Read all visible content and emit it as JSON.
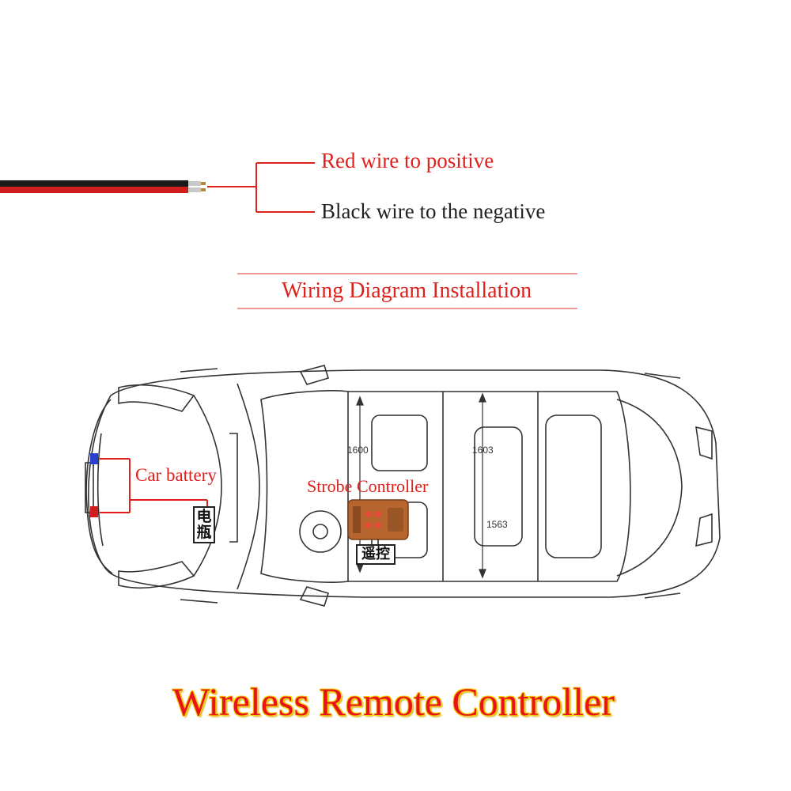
{
  "wire_labels": {
    "red": "Red wire to positive",
    "black": "Black wire to the negative"
  },
  "section_title": "Wiring Diagram Installation",
  "car": {
    "battery_label": "Car battery",
    "battery_cn": "电瓶",
    "controller_label": "Strobe Controller",
    "remote_cn": "遥控",
    "dimensions": [
      "1600",
      "1603",
      "1563"
    ]
  },
  "footer_title": "Wireless Remote Controller",
  "colors": {
    "accent_red": "#e0201c",
    "title_red": "#e8121a",
    "title_outline": "#f5d100",
    "wire_black": "#1a1a1a",
    "controller_brown": "#b5652d"
  }
}
